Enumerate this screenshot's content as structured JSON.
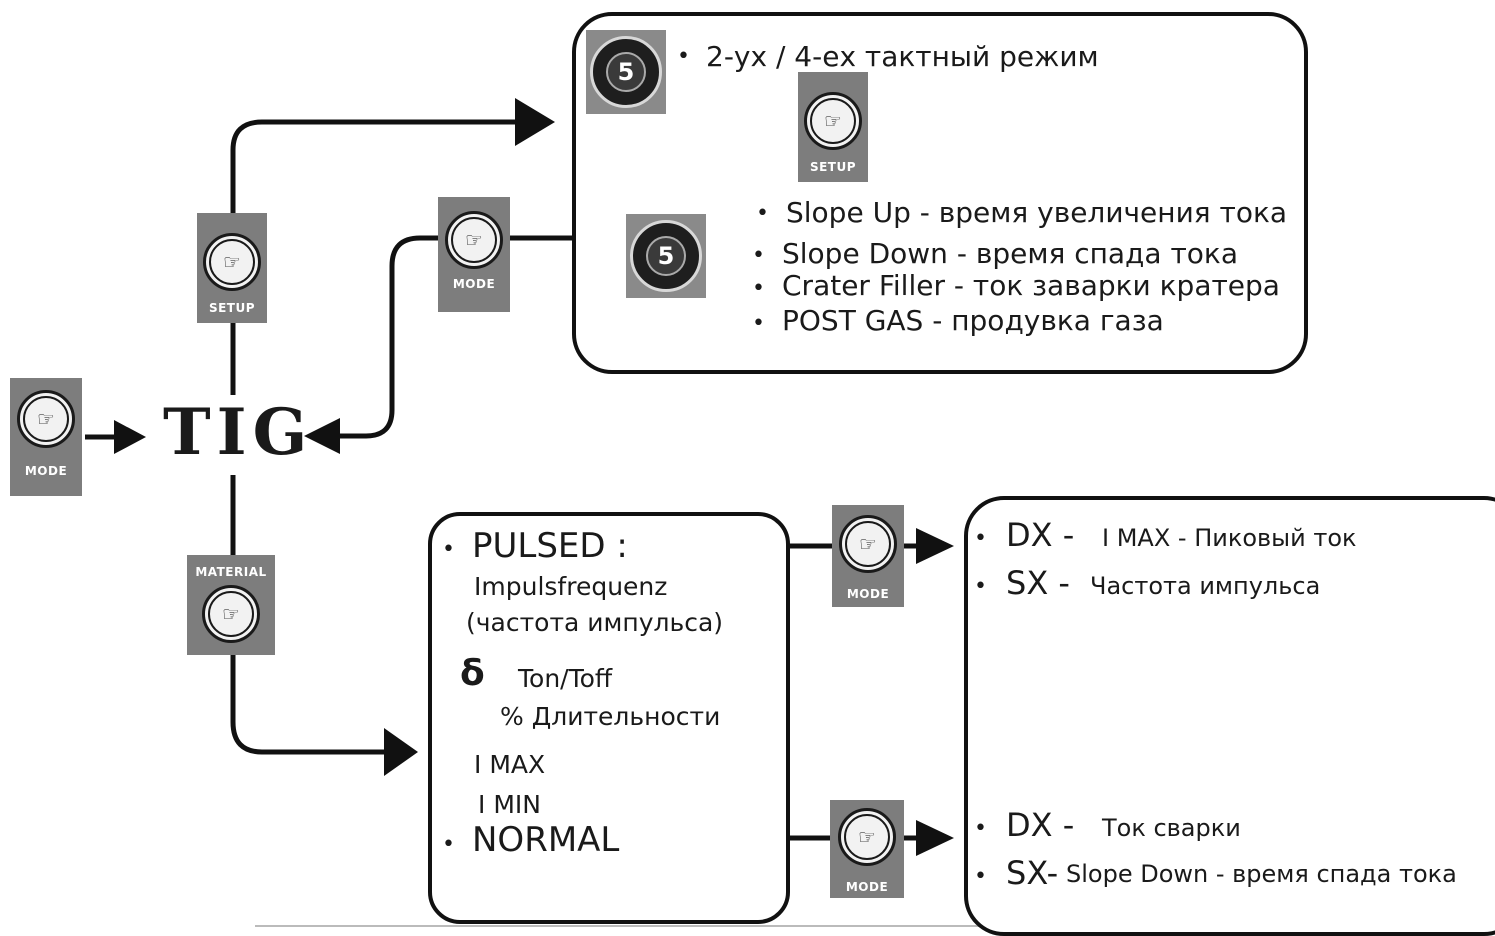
{
  "mode_label": "MODE",
  "setup_label": "SETUP",
  "material_label": "MATERIAL",
  "knob_number": "5",
  "tig_label": "TIG",
  "setup_box": {
    "item1": "2-ух / 4-ех тактный режим",
    "items": [
      "Slope Up - время увеличения тока",
      "Slope Down - время спада тока",
      "Crater Filler - ток заварки кратера",
      "POST GAS - продувка газа"
    ]
  },
  "pulse_box": {
    "pulsed": "PULSED :",
    "impuls": "Impulsfrequenz",
    "impuls_ru": "(частота импульса)",
    "delta": "δ",
    "ton": "Ton/Toff",
    "percent": "% Длительности",
    "imax": "I MAX",
    "imin": "I MIN",
    "normal": "NORMAL"
  },
  "result_box": {
    "dx1_key": "DX -",
    "dx1_val": "I MAX - Пиковый ток",
    "sx1_key": "SX -",
    "sx1_val": "Частота импульса",
    "dx2_key": "DX -",
    "dx2_val": "Ток сварки",
    "sx2_key": "SX-",
    "sx2_val": "Slope Down - время спада тока"
  },
  "bullet": "•"
}
